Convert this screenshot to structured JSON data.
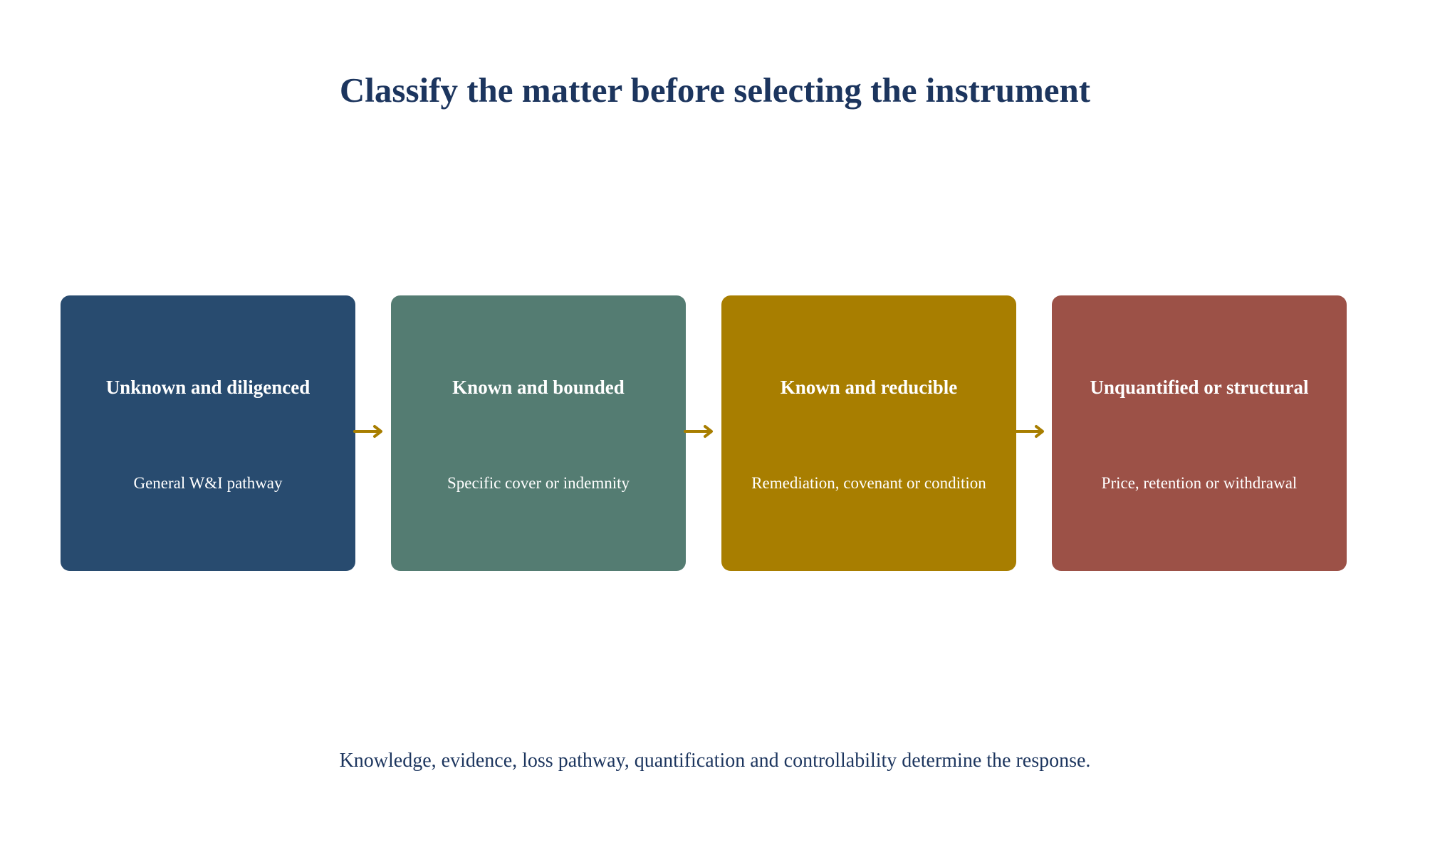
{
  "title": "Classify the matter before selecting the instrument",
  "stages": [
    {
      "title": "Unknown and diligenced",
      "subtitle": "General W&I pathway",
      "color": "#284b6f"
    },
    {
      "title": "Known and bounded",
      "subtitle": "Specific cover or indemnity",
      "color": "#547c72"
    },
    {
      "title": "Known and reducible",
      "subtitle": "Remediation, covenant or condition",
      "color": "#a87e00"
    },
    {
      "title": "Unquantified or structural",
      "subtitle": "Price, retention or withdrawal",
      "color": "#9c5147"
    }
  ],
  "arrow_color": "#a87e00",
  "footer": "Knowledge, evidence, loss pathway, quantification and controllability determine the response."
}
